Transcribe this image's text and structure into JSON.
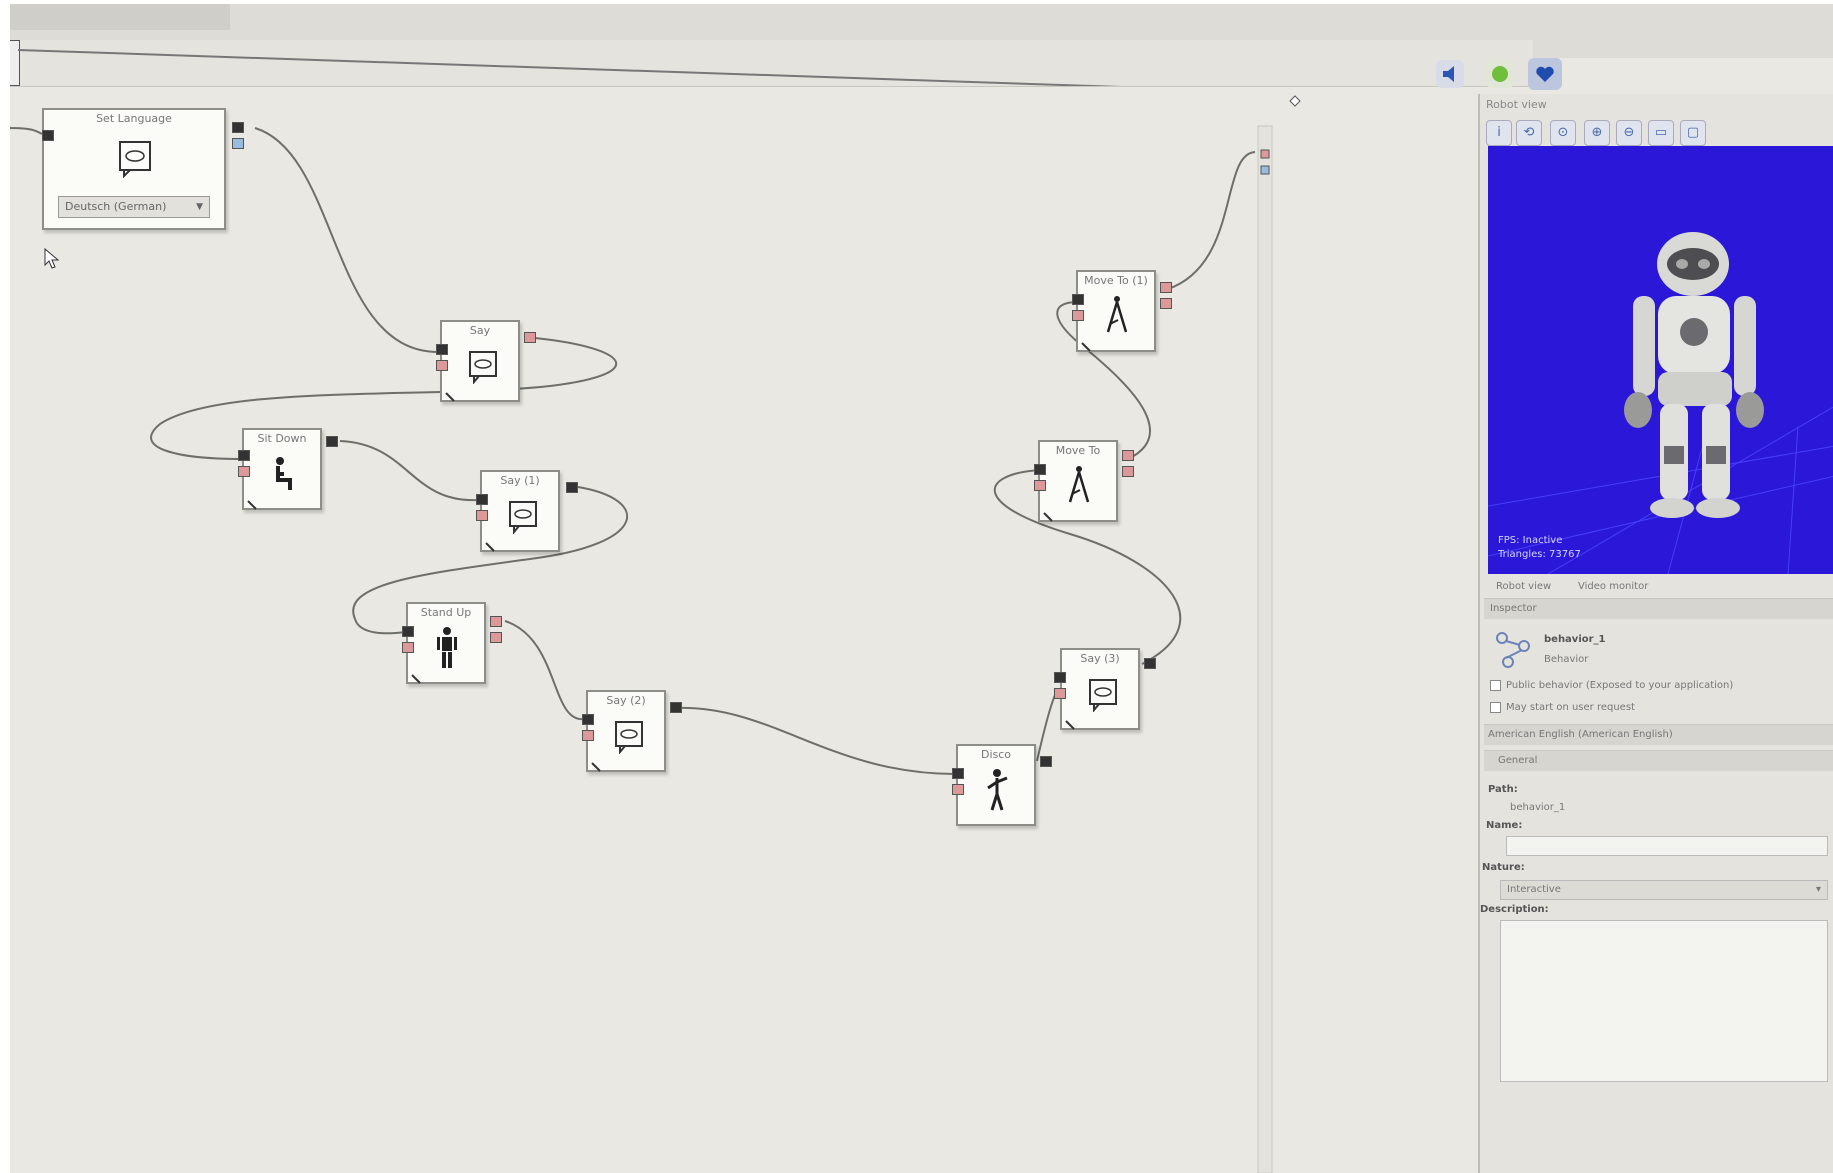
{
  "timeline": {},
  "boxes": [
    {
      "id": "set_language",
      "title": "Set Language",
      "icon": "speech-bubble-icon",
      "param": "Deutsch (German)"
    },
    {
      "id": "say",
      "title": "Say",
      "icon": "speech-bubble-icon"
    },
    {
      "id": "sit_down",
      "title": "Sit Down",
      "icon": "sitting-figure-icon"
    },
    {
      "id": "say_1",
      "title": "Say (1)",
      "icon": "speech-bubble-icon"
    },
    {
      "id": "stand_up",
      "title": "Stand Up",
      "icon": "standing-robot-icon"
    },
    {
      "id": "say_2",
      "title": "Say (2)",
      "icon": "speech-bubble-icon"
    },
    {
      "id": "disco",
      "title": "Disco",
      "icon": "dancing-figure-icon"
    },
    {
      "id": "say_3",
      "title": "Say (3)",
      "icon": "speech-bubble-icon"
    },
    {
      "id": "move_to",
      "title": "Move To",
      "icon": "compass-icon"
    },
    {
      "id": "move_to_1",
      "title": "Move To (1)",
      "icon": "compass-icon"
    }
  ],
  "panel": {
    "header": "Robot view",
    "tools": [
      "i",
      "⟲",
      "⊙",
      "⊕",
      "⊖",
      "▭",
      "▢"
    ],
    "viewport": {
      "stats_fps": "FPS: Inactive",
      "stats_triangles": "Triangles: 73767"
    },
    "tabs": [
      "Robot view",
      "Video monitor"
    ],
    "inspector_title": "Inspector",
    "behavior_name": "behavior_1",
    "behavior_type": "Behavior",
    "checkbox_1": "Public behavior (Exposed to your application)",
    "checkbox_2": "May start on user request",
    "language_bar": "American English (American English)",
    "general_bar": "General",
    "path_label": "Path:",
    "path_value": "behavior_1",
    "name_label": "Name:",
    "nature_label": "Nature:",
    "nature_value": "Interactive",
    "description_label": "Description:"
  },
  "colors": {
    "canvas": "#e9e8e2",
    "viewport": "#2a17d8",
    "wire": "#6f6f6a",
    "port_red": "#d99",
    "port_blue": "#9bd"
  }
}
